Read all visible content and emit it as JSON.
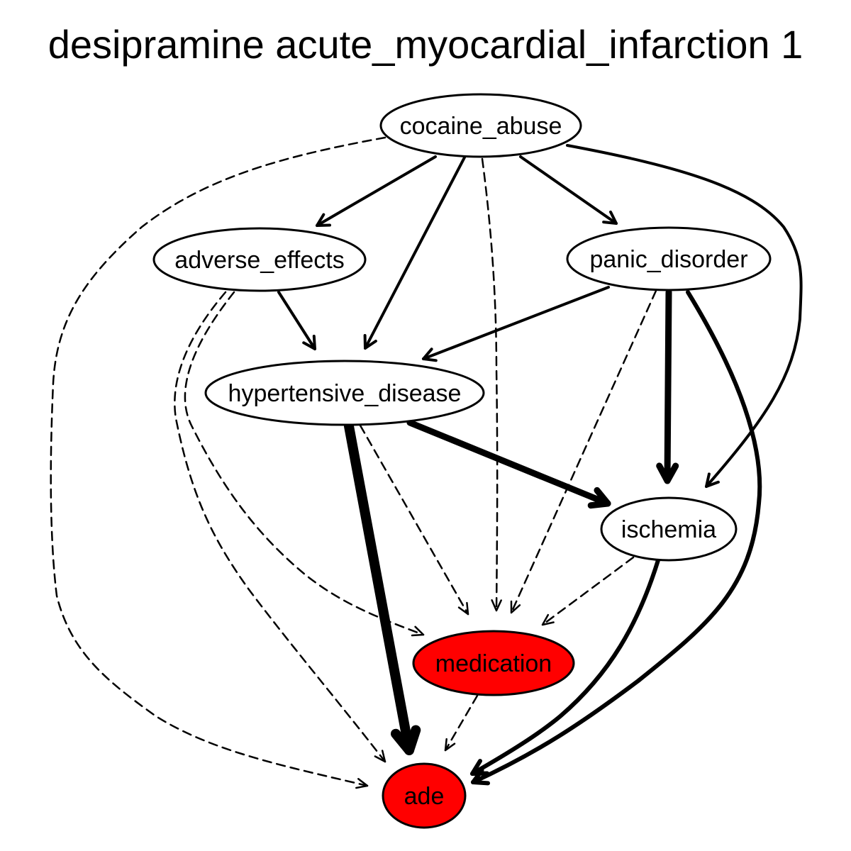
{
  "title": "desipramine acute_myocardial_infarction 1",
  "colors": {
    "default_fill": "#ffffff",
    "highlight_fill": "#ff0000",
    "line": "#000000"
  },
  "nodes": [
    {
      "id": "cocaine_abuse",
      "label": "cocaine_abuse",
      "highlighted": false
    },
    {
      "id": "adverse_effects",
      "label": "adverse_effects",
      "highlighted": false
    },
    {
      "id": "panic_disorder",
      "label": "panic_disorder",
      "highlighted": false
    },
    {
      "id": "hypertensive_disease",
      "label": "hypertensive_disease",
      "highlighted": false
    },
    {
      "id": "ischemia",
      "label": "ischemia",
      "highlighted": false
    },
    {
      "id": "medication",
      "label": "medication",
      "highlighted": true
    },
    {
      "id": "ade",
      "label": "ade",
      "highlighted": true
    }
  ],
  "edges": [
    {
      "from": "cocaine_abuse",
      "to": "adverse_effects",
      "style": "solid",
      "weight": 2
    },
    {
      "from": "cocaine_abuse",
      "to": "hypertensive_disease",
      "style": "solid",
      "weight": 2
    },
    {
      "from": "cocaine_abuse",
      "to": "panic_disorder",
      "style": "solid",
      "weight": 2
    },
    {
      "from": "cocaine_abuse",
      "to": "ischemia",
      "style": "solid",
      "weight": 2
    },
    {
      "from": "cocaine_abuse",
      "to": "medication",
      "style": "dashed",
      "weight": 1
    },
    {
      "from": "cocaine_abuse",
      "to": "ade",
      "style": "dashed",
      "weight": 1
    },
    {
      "from": "adverse_effects",
      "to": "hypertensive_disease",
      "style": "solid",
      "weight": 2
    },
    {
      "from": "adverse_effects",
      "to": "medication",
      "style": "dashed",
      "weight": 1
    },
    {
      "from": "adverse_effects",
      "to": "ade",
      "style": "dashed",
      "weight": 1
    },
    {
      "from": "panic_disorder",
      "to": "hypertensive_disease",
      "style": "solid",
      "weight": 2
    },
    {
      "from": "panic_disorder",
      "to": "ischemia",
      "style": "solid",
      "weight": 4
    },
    {
      "from": "panic_disorder",
      "to": "medication",
      "style": "dashed",
      "weight": 1
    },
    {
      "from": "panic_disorder",
      "to": "ade",
      "style": "solid",
      "weight": 3
    },
    {
      "from": "hypertensive_disease",
      "to": "ischemia",
      "style": "solid",
      "weight": 4
    },
    {
      "from": "hypertensive_disease",
      "to": "ade",
      "style": "solid",
      "weight": 6
    },
    {
      "from": "hypertensive_disease",
      "to": "medication",
      "style": "dashed",
      "weight": 1
    },
    {
      "from": "ischemia",
      "to": "medication",
      "style": "dashed",
      "weight": 1
    },
    {
      "from": "ischemia",
      "to": "ade",
      "style": "solid",
      "weight": 3
    },
    {
      "from": "medication",
      "to": "ade",
      "style": "dashed",
      "weight": 1
    }
  ]
}
